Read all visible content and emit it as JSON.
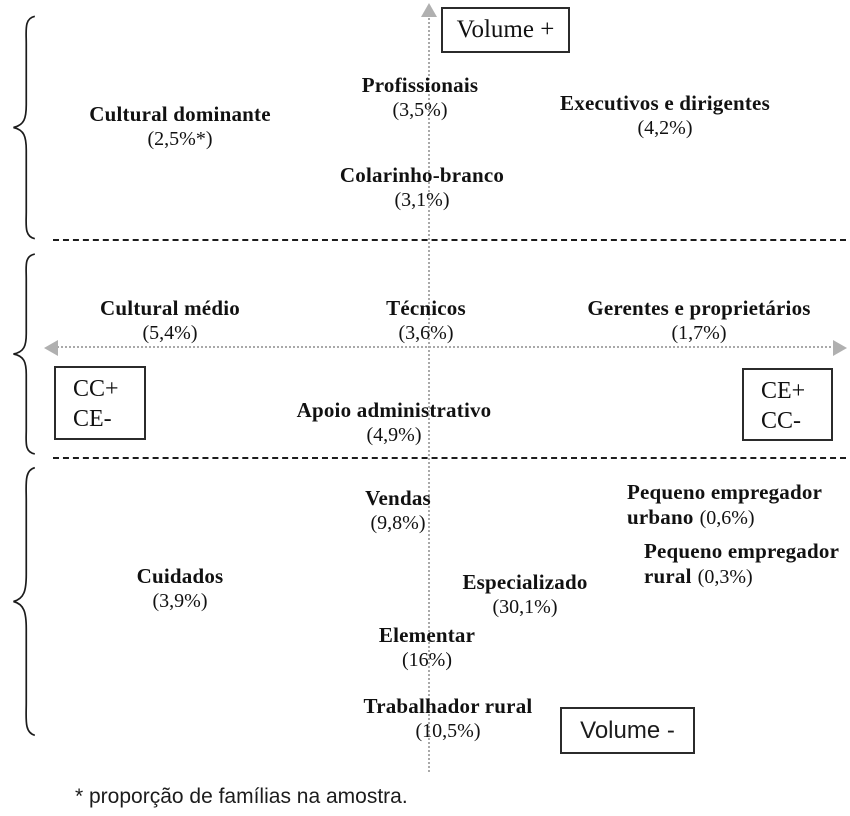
{
  "axes": {
    "volume_plus": "Volume +",
    "volume_minus": "Volume -",
    "left_box_line1": "CC+",
    "left_box_line2": "CE-",
    "right_box_line1": "CE+",
    "right_box_line2": "CC-"
  },
  "footnote": "* proporção de famílias na amostra.",
  "nodes": [
    {
      "name": "Cultural dominante",
      "pct": "(2,5%*)"
    },
    {
      "name": "Profissionais",
      "pct": "(3,5%)"
    },
    {
      "name": "Executivos e dirigentes",
      "pct": "(4,2%)"
    },
    {
      "name": "Colarinho-branco",
      "pct": "(3,1%)"
    },
    {
      "name": "Cultural médio",
      "pct": "(5,4%)"
    },
    {
      "name": "Técnicos",
      "pct": "(3,6%)"
    },
    {
      "name": "Gerentes e proprietários",
      "pct": "(1,7%)"
    },
    {
      "name": "Apoio administrativo",
      "pct": "(4,9%)"
    },
    {
      "name": "Vendas",
      "pct": "(9,8%)"
    },
    {
      "name": "Pequeno empregador",
      "name2": "urbano",
      "pct": "(0,6%)"
    },
    {
      "name": "Pequeno empregador",
      "name2": "rural",
      "pct": "(0,3%)"
    },
    {
      "name": "Cuidados",
      "pct": "(3,9%)"
    },
    {
      "name": "Especializado",
      "pct": "(30,1%)"
    },
    {
      "name": "Elementar",
      "pct": "(16%)"
    },
    {
      "name": "Trabalhador rural",
      "pct": "(10,5%)"
    }
  ]
}
